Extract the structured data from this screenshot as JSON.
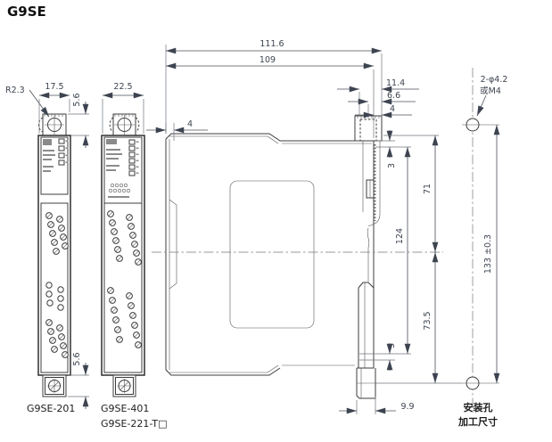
{
  "title": "G9SE",
  "front_view_1": {
    "model_label": "G9SE-201",
    "dim_width": "17.5",
    "dim_corner_radius": "R2.3",
    "dim_top_tab": "5.6",
    "dim_bottom_tab": "5.6"
  },
  "front_view_2": {
    "model_label_1": "G9SE-401",
    "model_label_2": "G9SE-221-T□",
    "dim_width": "22.5"
  },
  "side_view": {
    "dim_depth_total": "111.6",
    "dim_depth_body": "109",
    "dim_hook_a": "11.4",
    "dim_hook_b": "6.6",
    "dim_hook_c": "4",
    "dim_front_step": "4",
    "dim_inset_top": "3",
    "dim_inset_bottom": "3",
    "dim_height_upper": "71",
    "dim_height_mid": "124",
    "dim_height_lower": "73.5",
    "dim_foot": "9.9"
  },
  "mounting_view": {
    "hole_note_1": "2-φ4.2",
    "hole_note_2": "或M4",
    "dim_hole_pitch": "133 ±0.3",
    "caption_1": "安装孔",
    "caption_2": "加工尺寸"
  }
}
